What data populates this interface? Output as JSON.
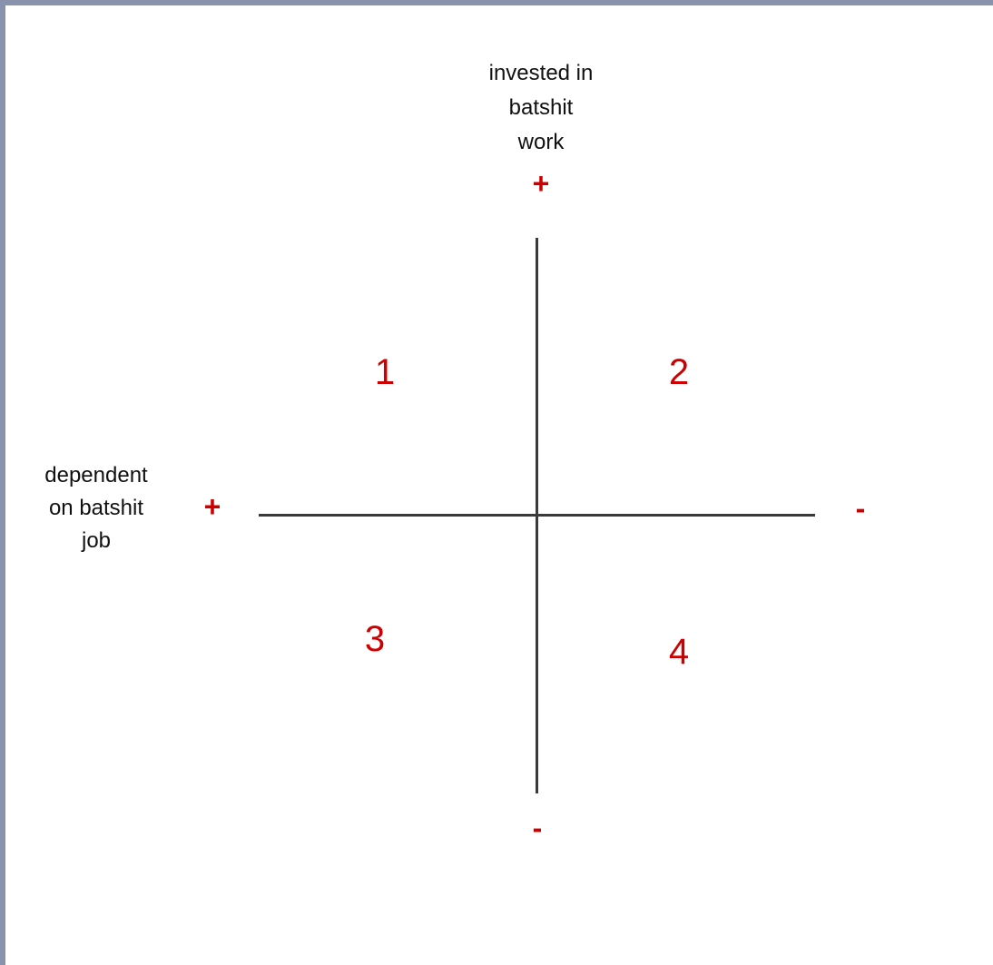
{
  "colors": {
    "frame": "#8a93ad",
    "axis": "#3a3a3a",
    "accent": "#cc0000",
    "text": "#111111"
  },
  "vertical_axis": {
    "label_lines": [
      "invested in",
      "batshit",
      "work"
    ],
    "top_sign": "+",
    "bottom_sign": "-"
  },
  "horizontal_axis": {
    "label_lines": [
      "dependent",
      "on batshit",
      "job"
    ],
    "left_sign": "+",
    "right_sign": "-"
  },
  "quadrants": [
    "1",
    "2",
    "3",
    "4"
  ]
}
